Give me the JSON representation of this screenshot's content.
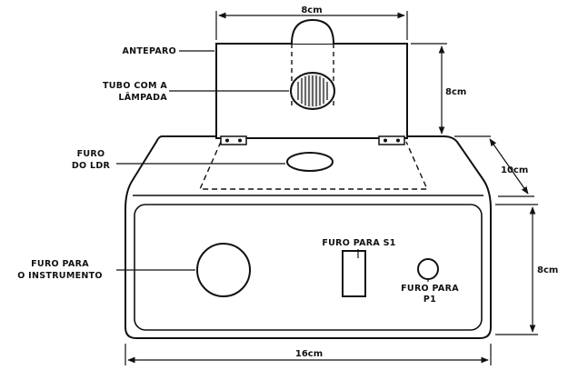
{
  "dimensions": {
    "screen_width": "8cm",
    "screen_height": "8cm",
    "box_depth": "10cm",
    "box_height": "8cm",
    "box_width": "16cm"
  },
  "labels": {
    "anteparo": "ANTEPARO",
    "tubo_line1": "TUBO COM A",
    "tubo_line2": "LÂMPADA",
    "furo_ldr_line1": "FURO",
    "furo_ldr_line2": "DO LDR",
    "furo_instr_line1": "FURO  PARA",
    "furo_instr_line2": "O INSTRUMENTO",
    "furo_s1": "FURO PARA S1",
    "furo_p1_line1": "FURO PARA",
    "furo_p1_line2": "P1"
  },
  "colors": {
    "ink": "#111111",
    "paper": "#ffffff"
  }
}
